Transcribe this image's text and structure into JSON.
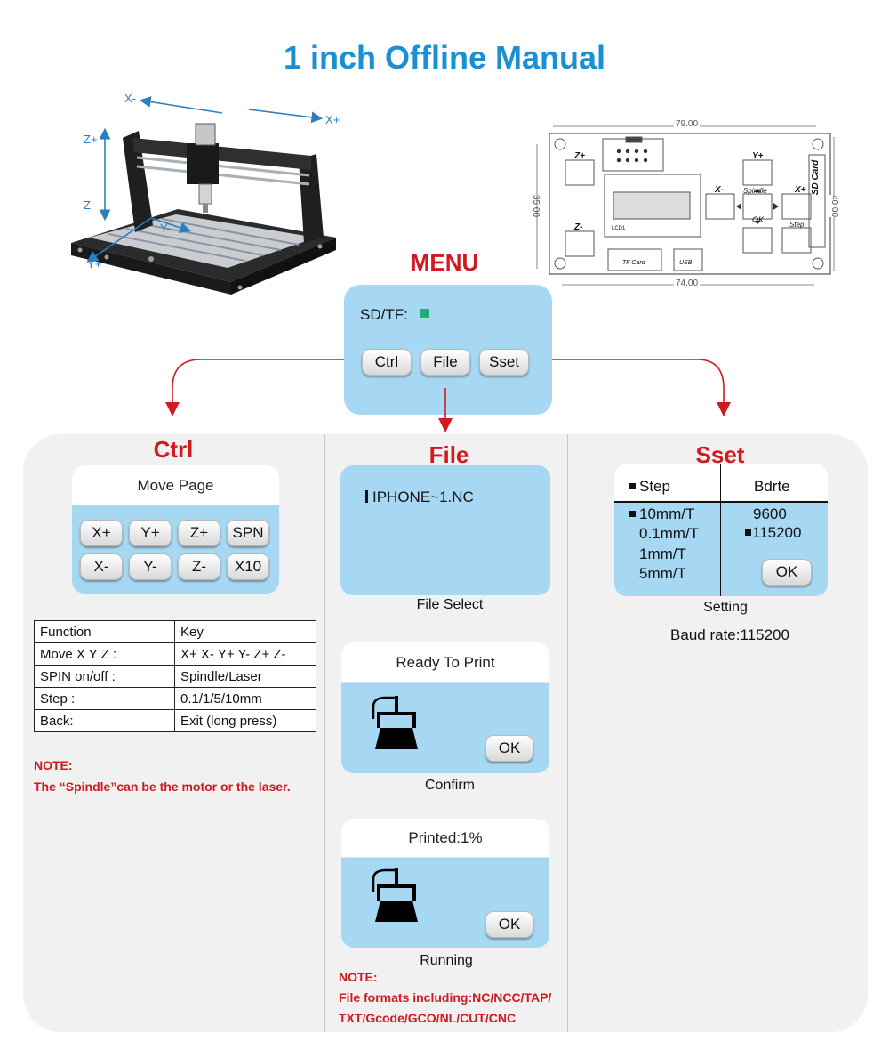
{
  "title": "1 inch  Offline Manual",
  "machine": {
    "x_minus": "X-",
    "x_plus": "X+",
    "z_plus": "Z+",
    "z_minus": "Z-",
    "y_minus": "Y-",
    "y_plus": "Y+"
  },
  "board": {
    "width_dim": "79.00",
    "inner_dim": "74.00",
    "height_dim": "35.00",
    "right_dim": "40.00",
    "z_plus": "Z+",
    "z_minus": "Z-",
    "y_plus": "Y+",
    "x_minus": "X-",
    "x_plus": "X+",
    "spindle": "Spindle",
    "ok": "OK",
    "step": "Step",
    "sd_card": "SD Card",
    "lcd": "LCD1",
    "tf_card": "TF Card",
    "usb": "USB"
  },
  "menu": {
    "title": "MENU",
    "sd_label": "SD/TF:",
    "buttons": [
      "Ctrl",
      "File",
      "Sset"
    ]
  },
  "ctrl": {
    "title": "Ctrl",
    "screen_title": "Move Page",
    "keys_row1": [
      "X+",
      "Y+",
      "Z+",
      "SPN"
    ],
    "keys_row2": [
      "X-",
      "Y-",
      "Z-",
      "X10"
    ],
    "table": [
      [
        "Function",
        "Key"
      ],
      [
        "Move X Y Z :",
        "X+ X- Y+ Y- Z+ Z-"
      ],
      [
        "SPIN on/off :",
        "Spindle/Laser"
      ],
      [
        "Step :",
        "0.1/1/5/10mm"
      ],
      [
        "Back:",
        "Exit (long press)"
      ]
    ],
    "note_label": "NOTE:",
    "note_text": "The “Spindle”can be the motor or the laser."
  },
  "file": {
    "title": "File",
    "file_name": "IPHONE~1.NC",
    "caption1": "File Select",
    "screen2_title": "Ready To Print",
    "ok1": "OK",
    "caption2": "Confirm",
    "screen3_title": "Printed:1%",
    "ok2": "OK",
    "caption3": "Running",
    "note_label": "NOTE:",
    "note_line1": "File formats including:NC/NCC/TAP/",
    "note_line2": "TXT/Gcode/GCO/NL/CUT/CNC"
  },
  "sset": {
    "title": "Sset",
    "col1_head": "Step",
    "col2_head": "Bdrte",
    "steps": [
      "10mm/T",
      "0.1mm/T",
      "1mm/T",
      "5mm/T"
    ],
    "bauds": [
      "9600",
      "115200"
    ],
    "ok": "OK",
    "caption": "Setting",
    "baud_line": "Baud rate:115200"
  },
  "colors": {
    "title_blue": "#1a8fd2",
    "accent_red": "#d01a1f",
    "lcd_blue": "#a7d8f3",
    "sd_indicator": "#2aa876"
  }
}
